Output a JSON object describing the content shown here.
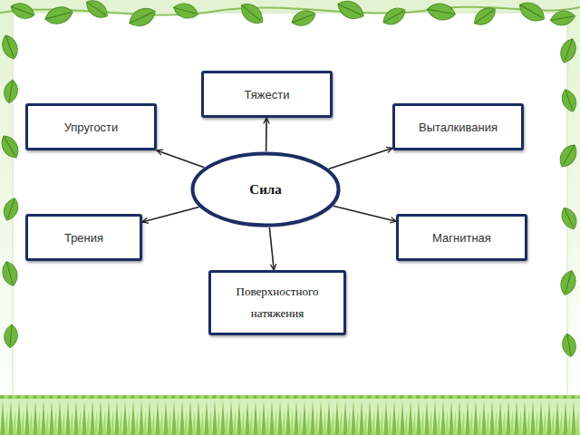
{
  "diagram": {
    "nodes": [
      {
        "text": [
          "Тяжести"
        ]
      },
      {
        "text": [
          "Упругости"
        ]
      },
      {
        "text": [
          "Выталкивания"
        ]
      },
      {
        "text": [
          "Сила"
        ]
      },
      {
        "text": [
          "Трения"
        ]
      },
      {
        "text": [
          "Магнитная"
        ]
      },
      {
        "text": [
          "Поверхностного натяжения"
        ]
      }
    ],
    "edges": [
      {
        "from": 3,
        "to": 0,
        "arrow": "to"
      },
      {
        "from": 3,
        "to": 1,
        "arrow": "to"
      },
      {
        "from": 3,
        "to": 2,
        "arrow": "to"
      },
      {
        "from": 3,
        "to": 4,
        "arrow": "to"
      },
      {
        "from": 3,
        "to": 5,
        "arrow": "to"
      },
      {
        "from": 3,
        "to": 6,
        "arrow": "to"
      }
    ]
  }
}
